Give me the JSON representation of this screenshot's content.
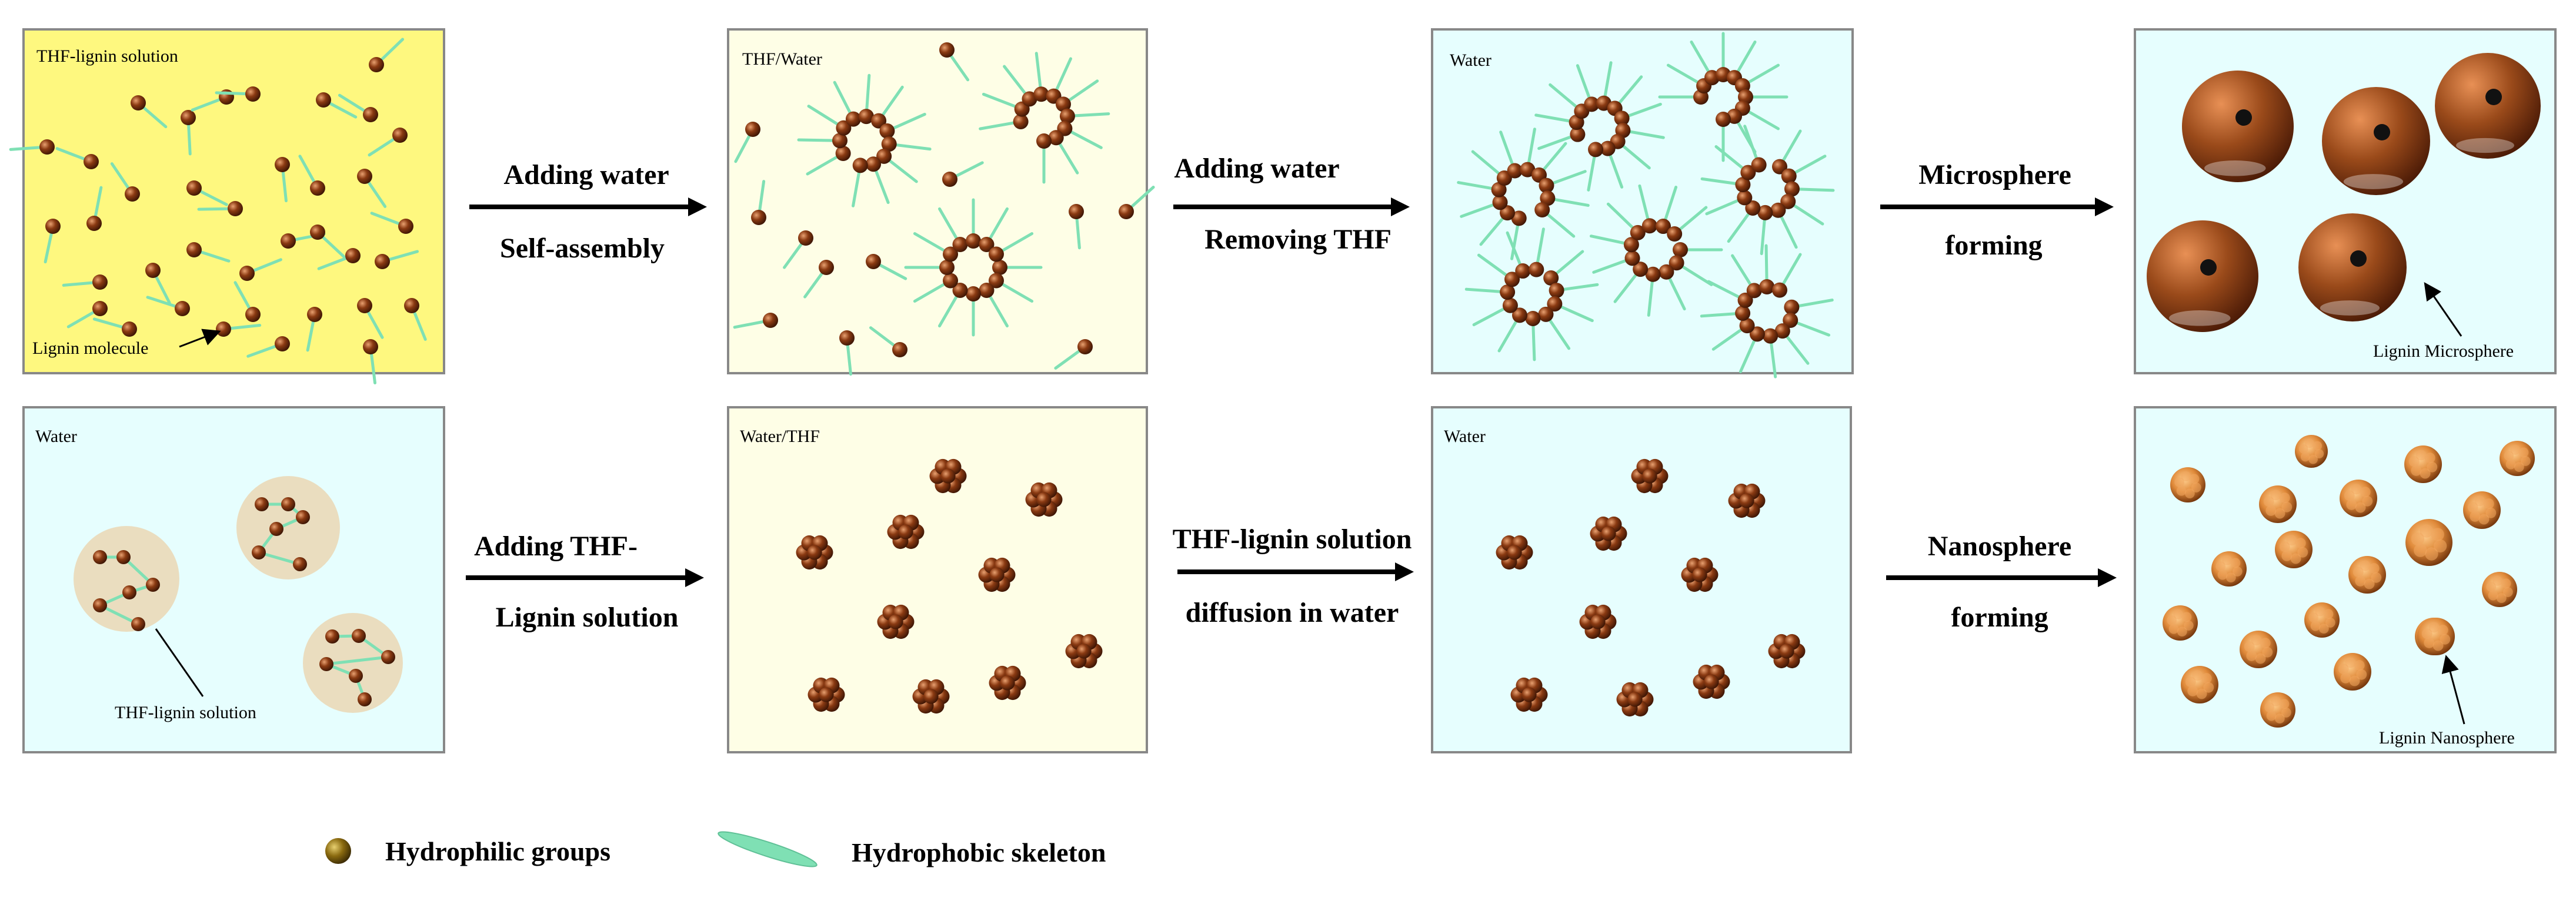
{
  "panels": {
    "p1": {
      "label": "THF-lignin solution",
      "annotation": "Lignin molecule",
      "bg": "#fef87f"
    },
    "p2": {
      "label": "THF/Water",
      "bg": "#fefee6"
    },
    "p3": {
      "label": "Water",
      "bg": "#e6fefe"
    },
    "p4": {
      "annotation": "Lignin Microsphere",
      "bg": "#e6fefe"
    },
    "p5": {
      "label": "Water",
      "annotation": "THF-lignin solution",
      "bg": "#e6fefe"
    },
    "p6": {
      "label": "Water/THF",
      "bg": "#fefee6"
    },
    "p7": {
      "label": "Water",
      "bg": "#e6fefe"
    },
    "p8": {
      "annotation": "Lignin Nanosphere",
      "bg": "#e6fefe"
    }
  },
  "steps": {
    "s1": {
      "line1": "Adding water",
      "line2": "Self-assembly"
    },
    "s2": {
      "line1": "Adding water",
      "line2": "Removing THF"
    },
    "s3": {
      "line1": "Microsphere",
      "line2": "forming"
    },
    "s4": {
      "line1": "Adding THF-",
      "line2": "Lignin solution"
    },
    "s5": {
      "line1": "THF-lignin solution",
      "line2": "diffusion in water"
    },
    "s6": {
      "line1": "Nanosphere",
      "line2": "forming"
    }
  },
  "legend": {
    "hydrophilic": {
      "label": "Hydrophilic groups",
      "icon": "brown-sphere-icon"
    },
    "hydrophobic": {
      "label": "Hydrophobic skeleton",
      "icon": "green-rod-icon"
    }
  },
  "colors": {
    "bead": "#7a2e0a",
    "rod": "#7fe0b4",
    "frame": "#888888",
    "droplet": "#ead9b8"
  }
}
